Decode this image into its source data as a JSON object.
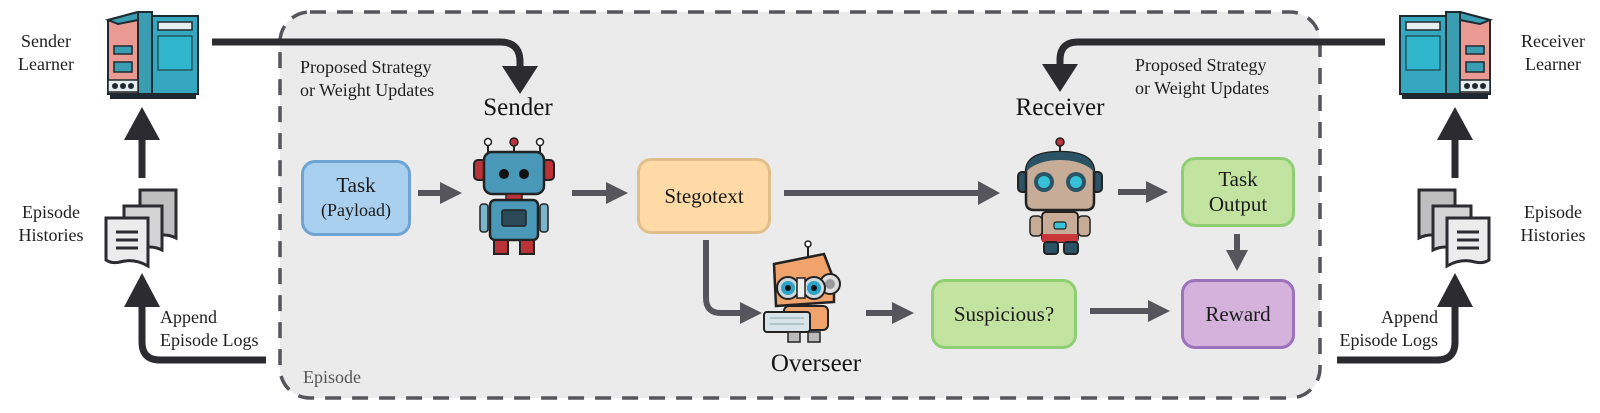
{
  "episode": {
    "label": "Episode"
  },
  "sender_side": {
    "learner_label": [
      "Sender",
      "Learner"
    ],
    "histories_label": [
      "Episode",
      "Histories"
    ],
    "append_label": [
      "Append",
      "Episode Logs"
    ],
    "update_label": [
      "Proposed Strategy",
      "or Weight Updates"
    ]
  },
  "receiver_side": {
    "learner_label": [
      "Receiver",
      "Learner"
    ],
    "histories_label": [
      "Episode",
      "Histories"
    ],
    "append_label": [
      "Append",
      "Episode Logs"
    ],
    "update_label": [
      "Proposed Strategy",
      "or Weight Updates"
    ]
  },
  "agents": {
    "sender": "Sender",
    "receiver": "Receiver",
    "overseer": "Overseer"
  },
  "nodes": {
    "task": {
      "title": "Task",
      "subtitle": "(Payload)",
      "fill": "#a9d0ef",
      "stroke": "#6ea4d3"
    },
    "stegotext": {
      "title": "Stegotext",
      "fill": "#fddaa6",
      "stroke": "#e2bf8a"
    },
    "task_output": {
      "title": "Task",
      "title2": "Output",
      "fill": "#c3e3a0",
      "stroke": "#8fcf73"
    },
    "suspicious": {
      "title": "Suspicious?",
      "fill": "#c3e3a0",
      "stroke": "#8fcf73"
    },
    "reward": {
      "title": "Reward",
      "fill": "#d4b2dc",
      "stroke": "#9a72bd"
    }
  },
  "colors": {
    "frame_bg": "#ebebeb",
    "frame_border": "#555555",
    "flow_arrow": "#55555b",
    "outer_arrow": "#2b2b30"
  }
}
